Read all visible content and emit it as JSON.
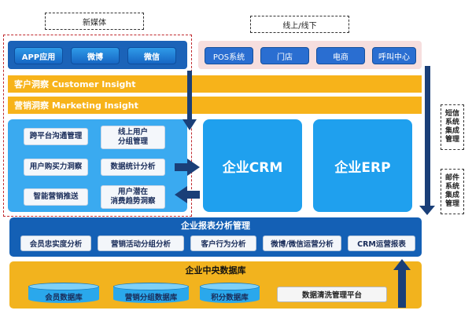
{
  "labels": {
    "new_media": "新媒体",
    "online_offline": "线上/线下"
  },
  "new_media_items": [
    "APP应用",
    "微博",
    "微信"
  ],
  "channel_items": [
    "POS系统",
    "门店",
    "电商",
    "呼叫中心"
  ],
  "bands": {
    "customer_insight": "客户洞察  Customer Insight",
    "marketing_insight": "营销洞察  Marketing Insight"
  },
  "functions": {
    "cross_platform": "跨平台沟通管理",
    "online_group": [
      "线上用户",
      "分组管理"
    ],
    "purchase_power": "用户购买力洞察",
    "data_stats": "数据统计分析",
    "smart_push": "智能营销推送",
    "potential_trend": [
      "用户潜在",
      "消费趋势洞察"
    ]
  },
  "core": {
    "crm": "企业CRM",
    "erp": "企业ERP"
  },
  "side": {
    "sms": [
      "短信",
      "系统",
      "集成",
      "管理"
    ],
    "mail": [
      "邮件",
      "系统",
      "集成",
      "管理"
    ]
  },
  "report": {
    "title": "企业报表分析管理",
    "items": [
      "会员忠实度分析",
      "营销活动分组分析",
      "客户行为分析",
      "微博/微信运营分析",
      "CRM运营报表"
    ]
  },
  "database": {
    "title": "企业中央数据库",
    "items": [
      "会员数据库",
      "营销分组数据库",
      "积分数据库"
    ],
    "platform": "数据清洗管理平台"
  },
  "colors": {
    "dark_blue": "#1b63b8",
    "light_blue": "#3aaaf0",
    "orange": "#f7b31a",
    "pink": "#f6dede",
    "red_dash": "#c0282d"
  }
}
